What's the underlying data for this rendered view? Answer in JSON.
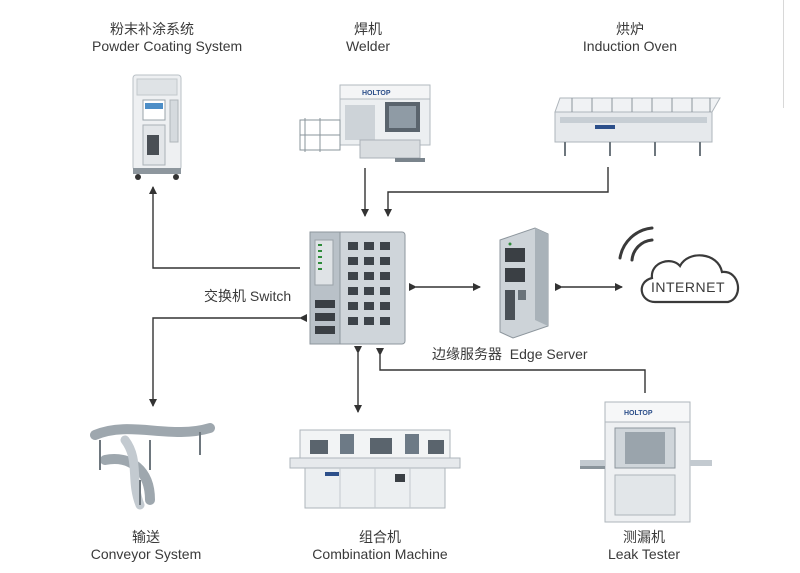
{
  "nodes": {
    "powder": {
      "zh": "粉末补涂系统",
      "en": "Powder Coating System"
    },
    "welder": {
      "zh": "焊机",
      "en": "Welder"
    },
    "oven": {
      "zh": "烘炉",
      "en": "Induction Oven"
    },
    "switch": {
      "label": "交换机 Switch"
    },
    "edge": {
      "label": "边缘服务器  Edge Server"
    },
    "internet": {
      "label": "INTERNET"
    },
    "conveyor": {
      "zh": "输送",
      "en": "Conveyor System"
    },
    "combination": {
      "zh": "组合机",
      "en": "Combination Machine"
    },
    "leak": {
      "zh": "测漏机",
      "en": "Leak Tester"
    }
  },
  "brand": "HOLTOP",
  "colors": {
    "arrow": "#333333",
    "machine_body": "#e9ecef",
    "machine_dark": "#6d7a86",
    "switch_body": "#c9d0d6",
    "cloud": "#3a3a3a"
  }
}
